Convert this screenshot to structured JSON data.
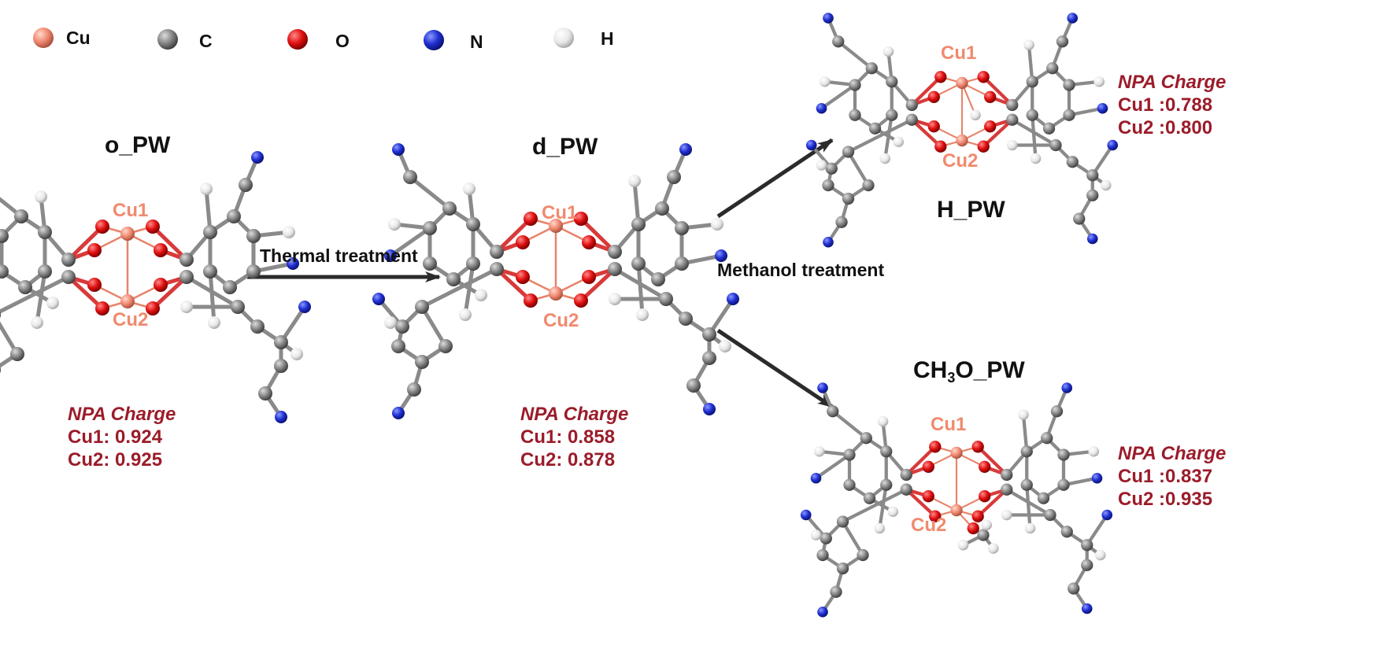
{
  "legend": [
    {
      "symbol": "Cu",
      "color": "#f0917a"
    },
    {
      "symbol": "C",
      "color": "#8c8c8c"
    },
    {
      "symbol": "O",
      "color": "#e01414"
    },
    {
      "symbol": "N",
      "color": "#1f2fd0"
    },
    {
      "symbol": "H",
      "color": "#f2f2f2"
    }
  ],
  "colors": {
    "text": "#111111",
    "cu_label": "#f08a6e",
    "npa": "#9b1c2a",
    "arrow": "#2b2b2b",
    "bond_cu": "#e8836a"
  },
  "structures": {
    "o_pw": {
      "name": "o_PW",
      "cu1": "Cu1",
      "cu2": "Cu2",
      "npa_title": "NPA Charge",
      "npa_cu1": "Cu1: 0.924",
      "npa_cu2": "Cu2: 0.925"
    },
    "d_pw": {
      "name": "d_PW",
      "cu1": "Cu1",
      "cu2": "Cu2",
      "npa_title": "NPA Charge",
      "npa_cu1": "Cu1: 0.858",
      "npa_cu2": "Cu2: 0.878"
    },
    "h_pw": {
      "name": "H_PW",
      "cu1": "Cu1",
      "cu2": "Cu2",
      "npa_title": "NPA Charge",
      "npa_cu1": "Cu1 :0.788",
      "npa_cu2": "Cu2 :0.800"
    },
    "ch3o_pw": {
      "name_pre": "CH",
      "name_sub": "3",
      "name_post": "O_PW",
      "cu1": "Cu1",
      "cu2": "Cu2",
      "npa_title": "NPA Charge",
      "npa_cu1": "Cu1 :0.837",
      "npa_cu2": "Cu2 :0.935"
    }
  },
  "steps": {
    "thermal": "Thermal treatment",
    "methanol": "Methanol treatment"
  }
}
